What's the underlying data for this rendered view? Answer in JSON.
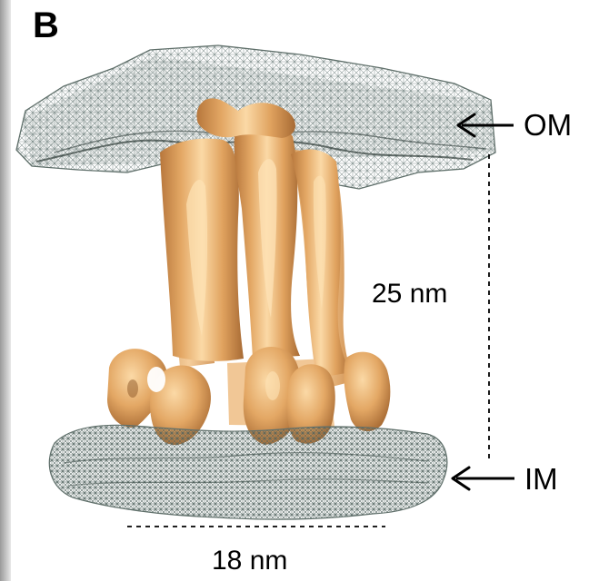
{
  "figure": {
    "panel_label": "B",
    "outer_membrane_label": "OM",
    "inner_membrane_label": "IM",
    "height_measurement": "25 nm",
    "width_measurement": "18 nm",
    "colors": {
      "complex": "#e3a764",
      "complex_highlight": "#fbd9a6",
      "complex_shadow": "#b7773c",
      "mesh": "#5f6f6a",
      "background": "#ffffff"
    }
  }
}
